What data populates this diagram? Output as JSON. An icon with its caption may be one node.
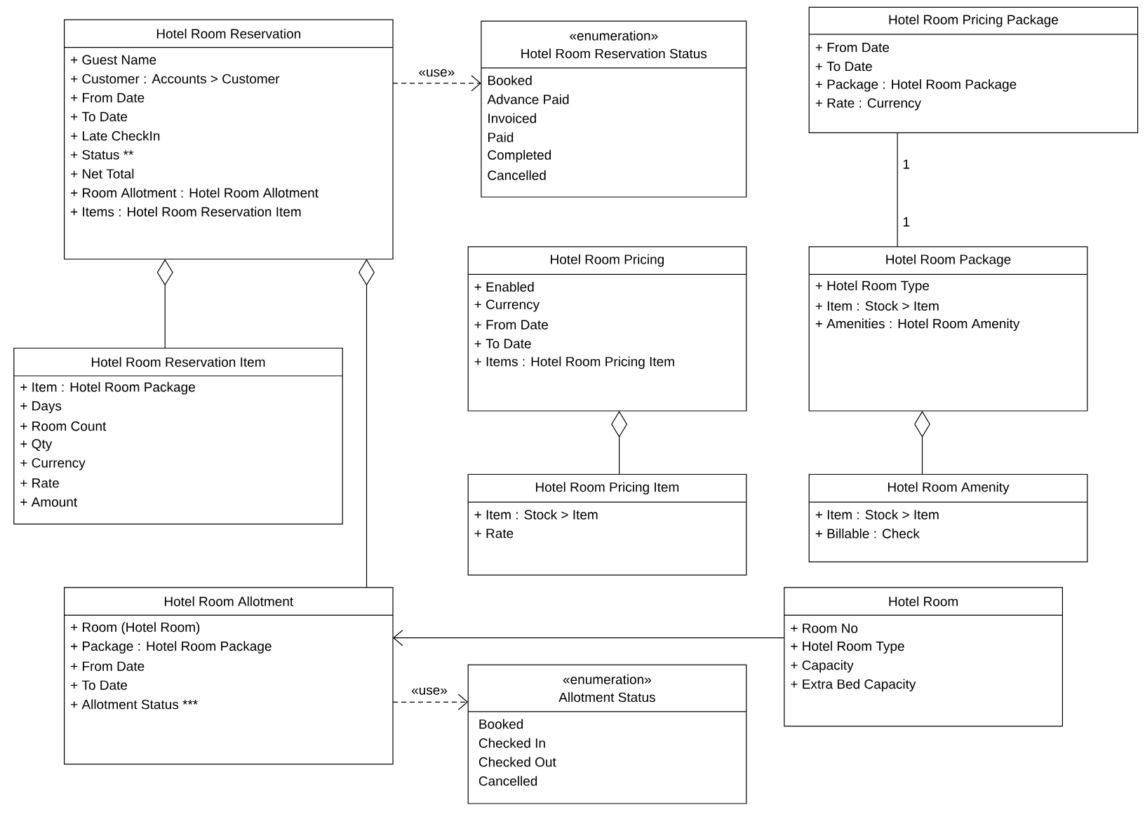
{
  "diagram": {
    "nodes": [
      {
        "text": [
          "Hotel Room Reservation",
          "+ Guest Name",
          "+ Customer : Accounts > Customer",
          "+ From Date",
          "+ To Date",
          "+ Late CheckIn",
          "+ Status **",
          "+ Net Total",
          "+ Room Allotment : Hotel Room Allotment",
          "+ Items : Hotel Room Reservation Item"
        ]
      },
      {
        "text": [
          "«enumeration»",
          "Hotel Room Reservation Status",
          "Booked",
          "Advance Paid",
          "Invoiced",
          "Paid",
          "Completed",
          "Cancelled"
        ]
      },
      {
        "text": [
          "Hotel Room Pricing Package",
          "+ From Date",
          "+ To Date",
          "+ Package : Hotel Room Package",
          "+ Rate : Currency"
        ]
      },
      {
        "text": [
          "Hotel Room Pricing",
          "+ Enabled",
          "+ Currency",
          "+ From Date",
          "+ To Date",
          "+ Items : Hotel Room Pricing Item"
        ]
      },
      {
        "text": [
          "Hotel Room Package",
          "+ Hotel Room Type",
          "+ Item : Stock > Item",
          "+ Amenities : Hotel Room Amenity"
        ]
      },
      {
        "text": [
          "Hotel Room Reservation Item",
          "+ Item : Hotel Room Package",
          "+ Days",
          "+ Room Count",
          "+ Qty",
          "+ Currency",
          "+ Rate",
          "+ Amount"
        ]
      },
      {
        "text": [
          "Hotel Room Pricing Item",
          "+ Item : Stock > Item",
          "+ Rate"
        ]
      },
      {
        "text": [
          "Hotel Room Amenity",
          "+ Item : Stock > Item",
          "+ Billable : Check"
        ]
      },
      {
        "text": [
          "Hotel Room Allotment",
          "+ Room (Hotel Room)",
          "+ Package : Hotel Room Package",
          "+ From Date",
          "+ To Date",
          "+ Allotment Status ***"
        ]
      },
      {
        "text": [
          "Hotel Room",
          "+ Room No",
          "+ Hotel Room Type",
          "+ Capacity",
          "+ Extra Bed Capacity"
        ]
      },
      {
        "text": [
          "«enumeration»",
          "Allotment Status",
          "Booked",
          "Checked In",
          "Checked Out",
          "Cancelled"
        ]
      }
    ],
    "edges": [
      {
        "from": 0,
        "to": 1,
        "arrow": "to",
        "style": "dashed",
        "label": "«use»"
      },
      {
        "from": 2,
        "to": 4,
        "arrow": "none"
      },
      {
        "from": 5,
        "to": 0,
        "arrow": "other"
      },
      {
        "from": 8,
        "to": 0,
        "arrow": "other"
      },
      {
        "from": 6,
        "to": 3,
        "arrow": "other"
      },
      {
        "from": 7,
        "to": 4,
        "arrow": "other"
      },
      {
        "from": 9,
        "to": 8,
        "arrow": "to"
      },
      {
        "from": 8,
        "to": 10,
        "arrow": "to",
        "style": "dashed",
        "label": "«use»"
      }
    ],
    "labels": [
      "1",
      "1"
    ]
  }
}
